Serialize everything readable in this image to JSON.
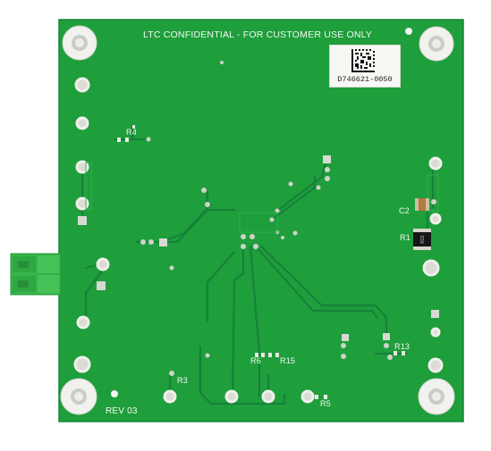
{
  "board": {
    "confidential_text": "LTC CONFIDENTIAL - FOR CUSTOMER USE ONLY",
    "revision_text": "REV 03",
    "serial_label": "D746621-0050"
  },
  "designators": {
    "r4": "R4",
    "c2": "C2",
    "r1": "R1",
    "r13": "R13",
    "r3": "R3",
    "r6": "R6",
    "r15": "R15",
    "r5": "R5"
  },
  "colors": {
    "pcb": "#1f9e3c",
    "trace": "#16823a",
    "connector": "#38b449",
    "silkscreen": "#f4f8f2"
  }
}
